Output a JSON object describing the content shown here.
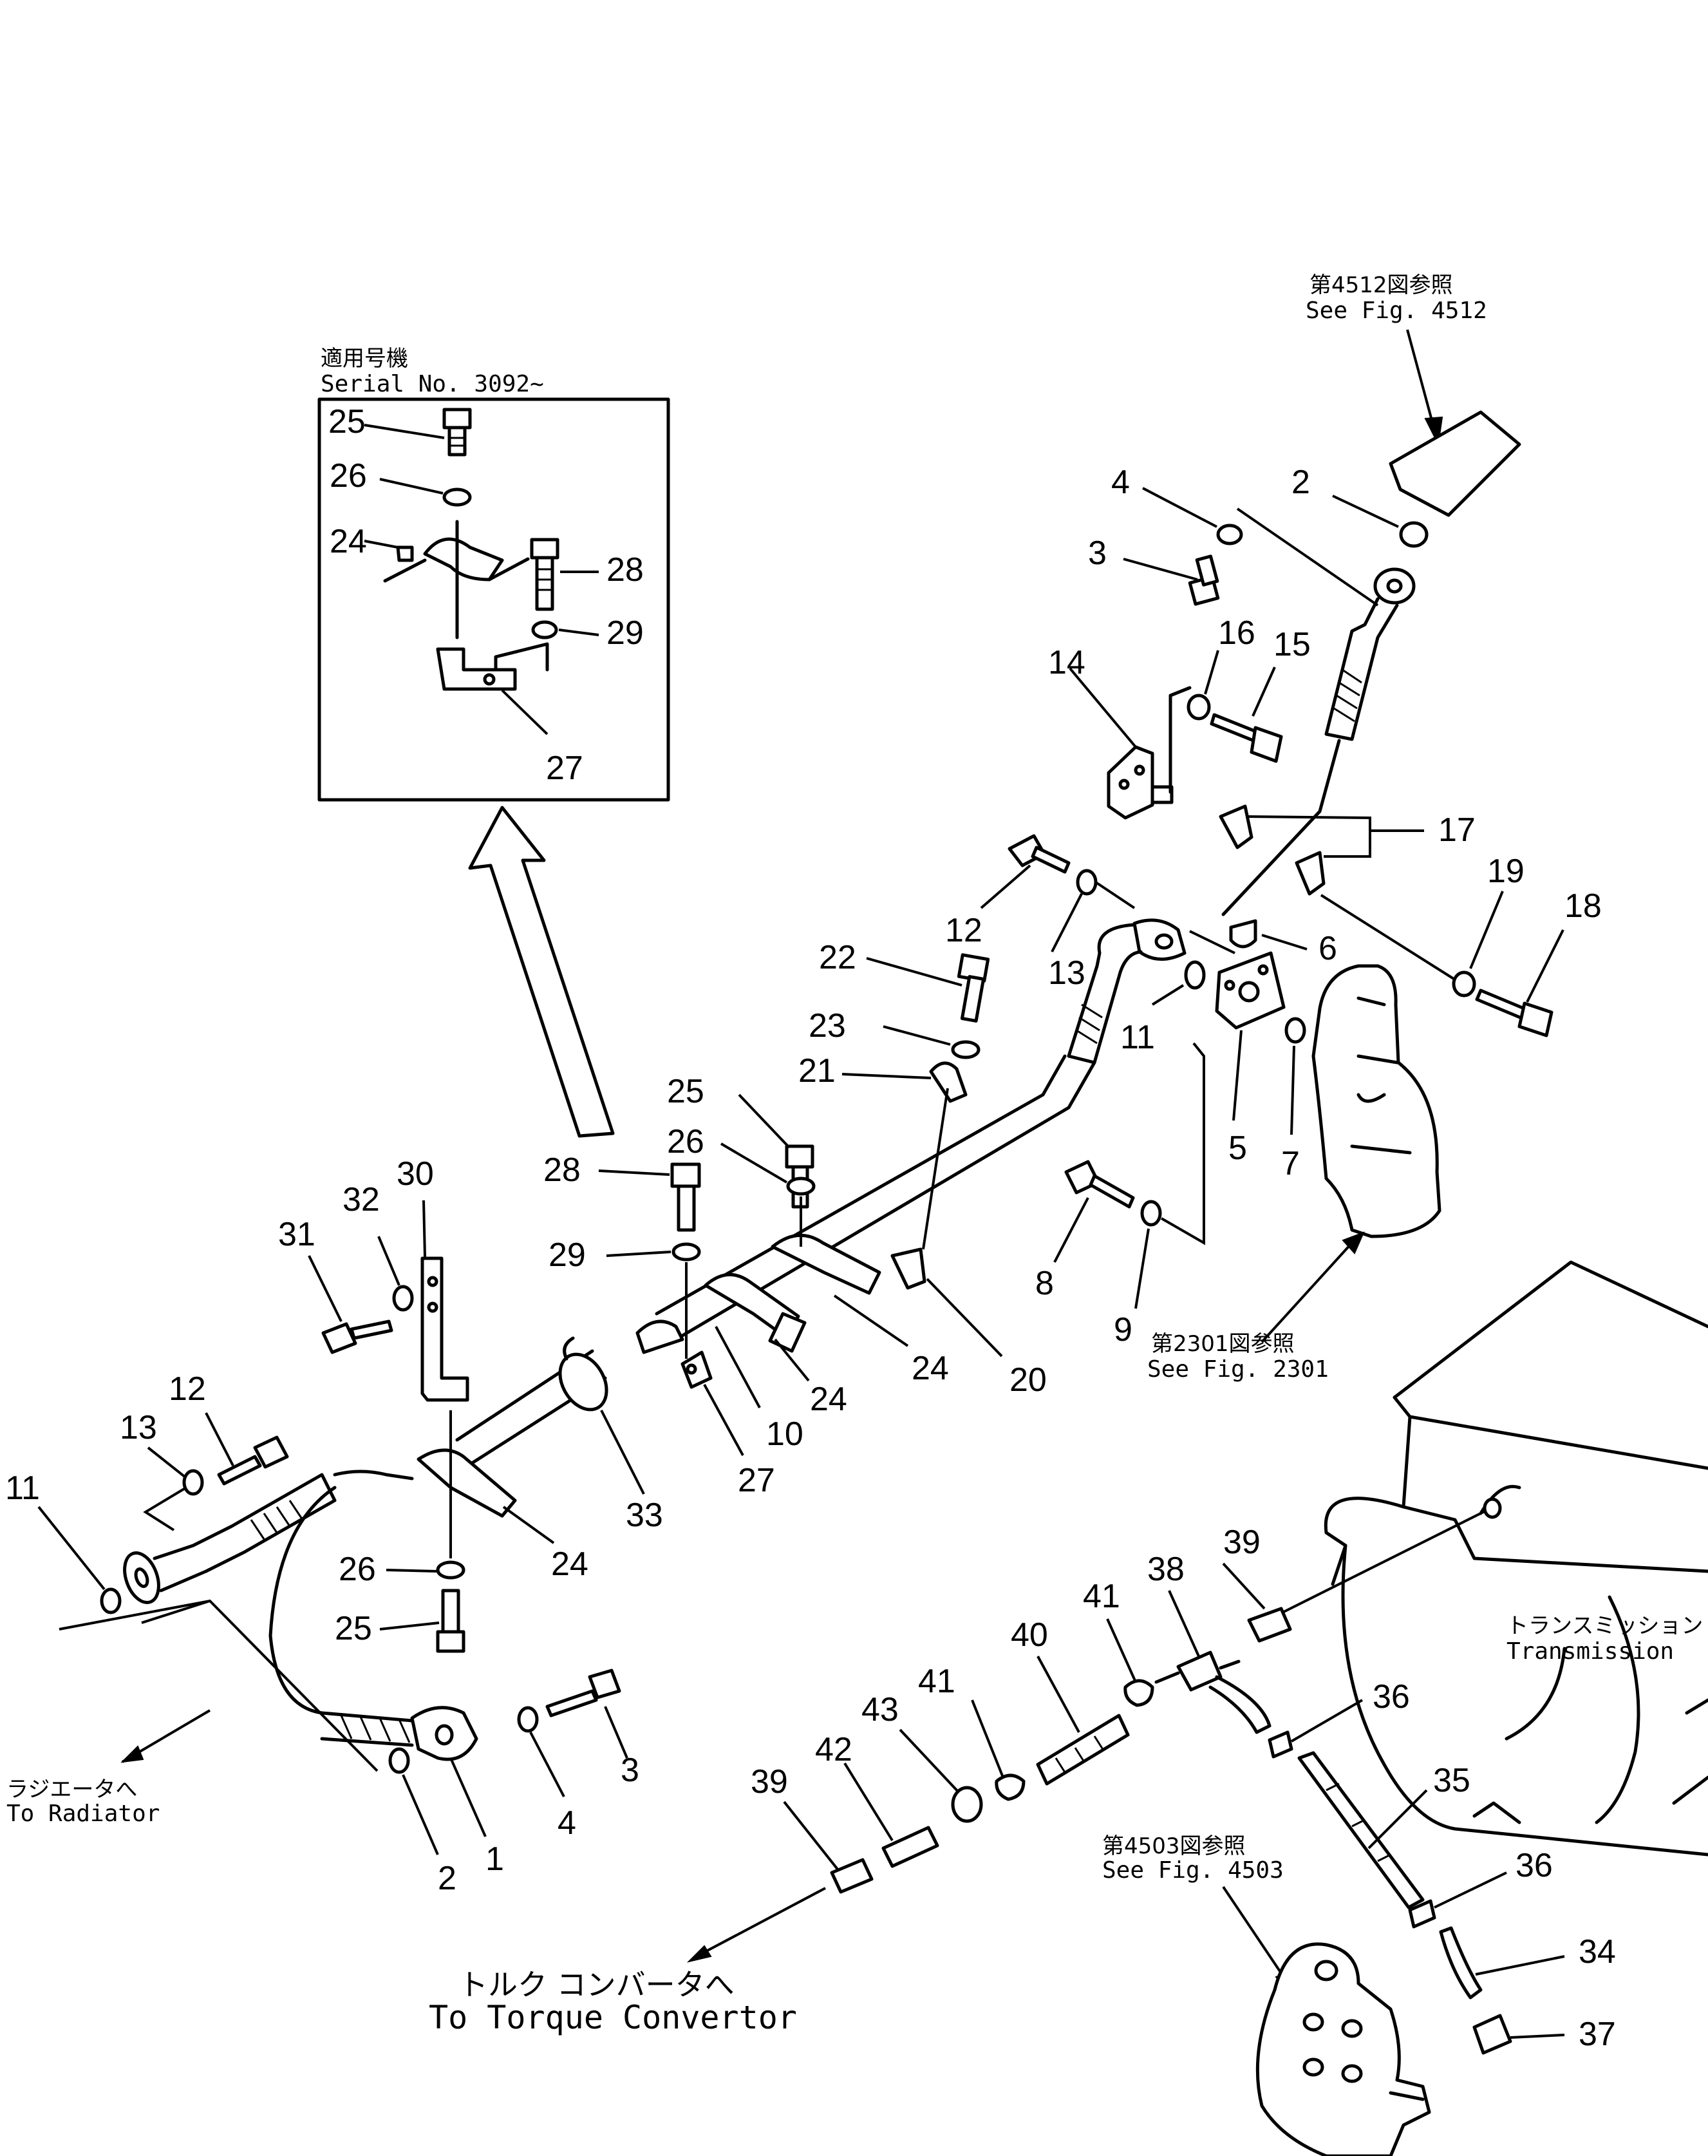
{
  "notes": {
    "serial_jp": "適用号機",
    "serial_en": "Serial No. 3092~",
    "fig4512_jp": "第4512図参照",
    "fig4512_en": "See Fig. 4512",
    "fig2301_jp": "第2301図参照",
    "fig2301_en": "See Fig. 2301",
    "fig4503_jp": "第4503図参照",
    "fig4503_en": "See Fig. 4503",
    "radiator_jp": "ラジエータへ",
    "radiator_en": "To Radiator",
    "transmission_jp": "トランスミッション",
    "transmission_en": "Transmission",
    "torque_jp": "トルク コンバータへ",
    "torque_en": "To Torque Convertor"
  },
  "labels": {
    "inset_25": "25",
    "inset_26": "26",
    "inset_24": "24",
    "inset_28": "28",
    "inset_29": "29",
    "inset_27": "27",
    "l4": "4",
    "l2_top": "2",
    "l3_top": "3",
    "l16": "16",
    "l15": "15",
    "l14": "14",
    "l17": "17",
    "l19": "19",
    "l18": "18",
    "l12_mid": "12",
    "l13_mid": "13",
    "l6": "6",
    "l22": "22",
    "l23": "23",
    "l11_mid": "11",
    "l5": "5",
    "l7": "7",
    "l21": "21",
    "l25_mid": "25",
    "l26_mid": "26",
    "l28": "28",
    "l29": "29",
    "l30": "30",
    "l32": "32",
    "l31": "31",
    "l8": "8",
    "l9": "9",
    "l20": "20",
    "l24_a": "24",
    "l24_b": "24",
    "l10": "10",
    "l27": "27",
    "l33": "33",
    "l24_c": "24",
    "l12_left": "12",
    "l13_left": "13",
    "l11_left": "11",
    "l26_low": "26",
    "l25_low": "25",
    "l3_low": "3",
    "l4_low": "4",
    "l1": "1",
    "l2_low": "2",
    "l39_top": "39",
    "l38": "38",
    "l41_top": "41",
    "l40": "40",
    "l41_low": "41",
    "l43": "43",
    "l42": "42",
    "l39_low": "39",
    "l36_top": "36",
    "l35": "35",
    "l36_low": "36",
    "l34": "34",
    "l37": "37"
  }
}
